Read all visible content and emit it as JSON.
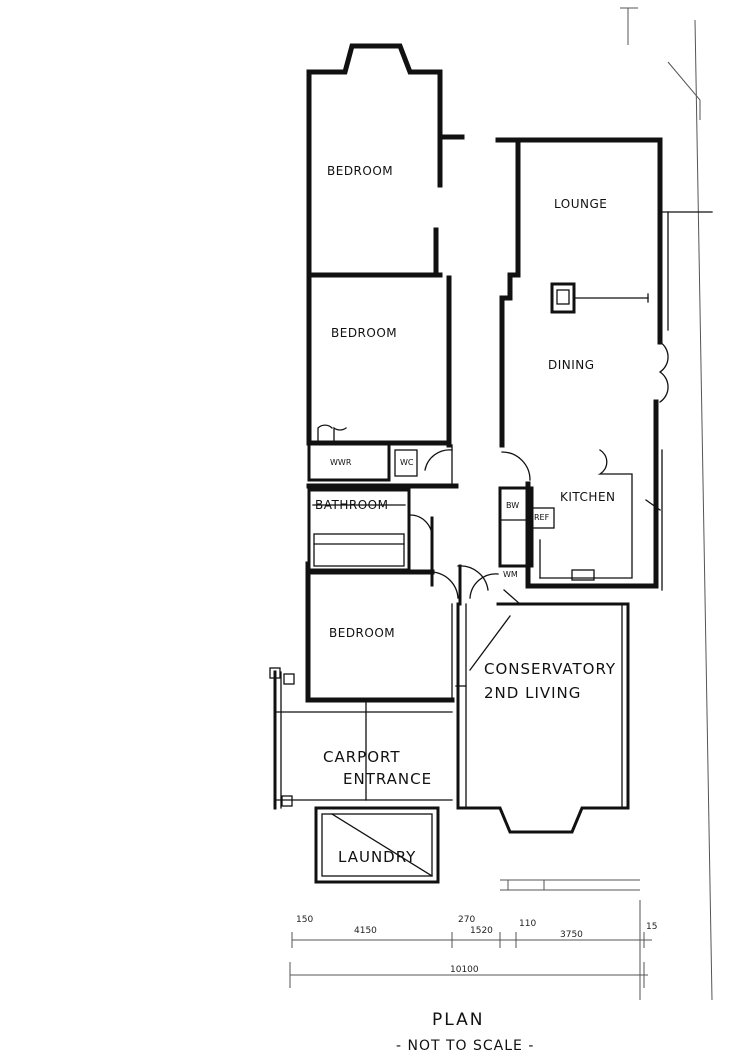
{
  "rooms": {
    "bedroom_1": "BEDROOM",
    "bedroom_2": "BEDROOM",
    "bedroom_3": "BEDROOM",
    "lounge": "LOUNGE",
    "dining": "DINING",
    "kitchen": "KITCHEN",
    "bathroom": "BATHROOM",
    "wwr": "WWR",
    "wc": "WC",
    "bw": "BW",
    "ref": "REF",
    "wm": "WM",
    "conservatory_line1": "CONSERVATORY",
    "conservatory_line2": "2ND LIVING",
    "carport_line1": "CARPORT",
    "carport_line2": "ENTRANCE",
    "laundry": "LAUNDRY"
  },
  "dimensions": {
    "d150": "150",
    "d4150": "4150",
    "d270": "270",
    "d1520": "1520",
    "d110": "110",
    "d3750": "3750",
    "d15": "15",
    "total": "10100"
  },
  "title": "PLAN",
  "subtitle": "- NOT TO SCALE -"
}
